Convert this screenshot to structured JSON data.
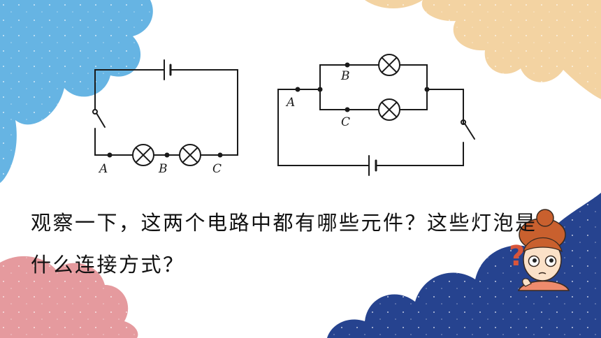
{
  "theme": {
    "cloud_blue": "#66b4e3",
    "cloud_peach": "#f3d3a2",
    "cloud_pink": "#e59a9e",
    "cloud_navy": "#26438f",
    "wire_color": "#1a1a1a"
  },
  "series_circuit": {
    "node_labels": [
      "A",
      "B",
      "C"
    ],
    "components": [
      "battery",
      "switch",
      "lamp-1",
      "lamp-2"
    ]
  },
  "parallel_circuit": {
    "node_labels": [
      "A",
      "B",
      "C"
    ],
    "components": [
      "battery",
      "switch",
      "lamp-b",
      "lamp-c"
    ]
  },
  "question": {
    "line1": "观察一下，这两个电路中都有哪些元件？这些灯泡是",
    "line2": "什么连接方式？"
  },
  "mascot": {
    "icon": "thinking-girl-icon",
    "symbol": "?"
  }
}
